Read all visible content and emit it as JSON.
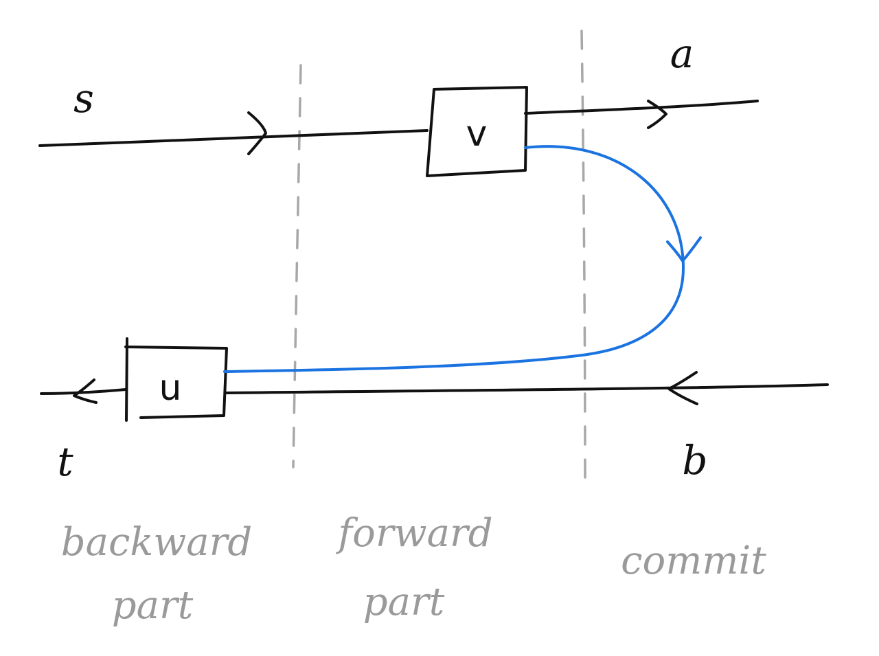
{
  "diagram": {
    "wires": {
      "top_left_label": "s",
      "top_right_label": "a",
      "bottom_left_label": "t",
      "bottom_right_label": "b"
    },
    "boxes": {
      "top_box": "v",
      "bottom_box": "u"
    },
    "regions": {
      "backward": {
        "line1": "backward",
        "line2": "part"
      },
      "forward": {
        "line1": "forward",
        "line2": "part"
      },
      "commit": {
        "line1": "commit"
      }
    },
    "colors": {
      "ink": "#111111",
      "loop": "#1a73e0",
      "dividers": "#a8a8a8",
      "region_text": "#9a9a9a"
    }
  }
}
